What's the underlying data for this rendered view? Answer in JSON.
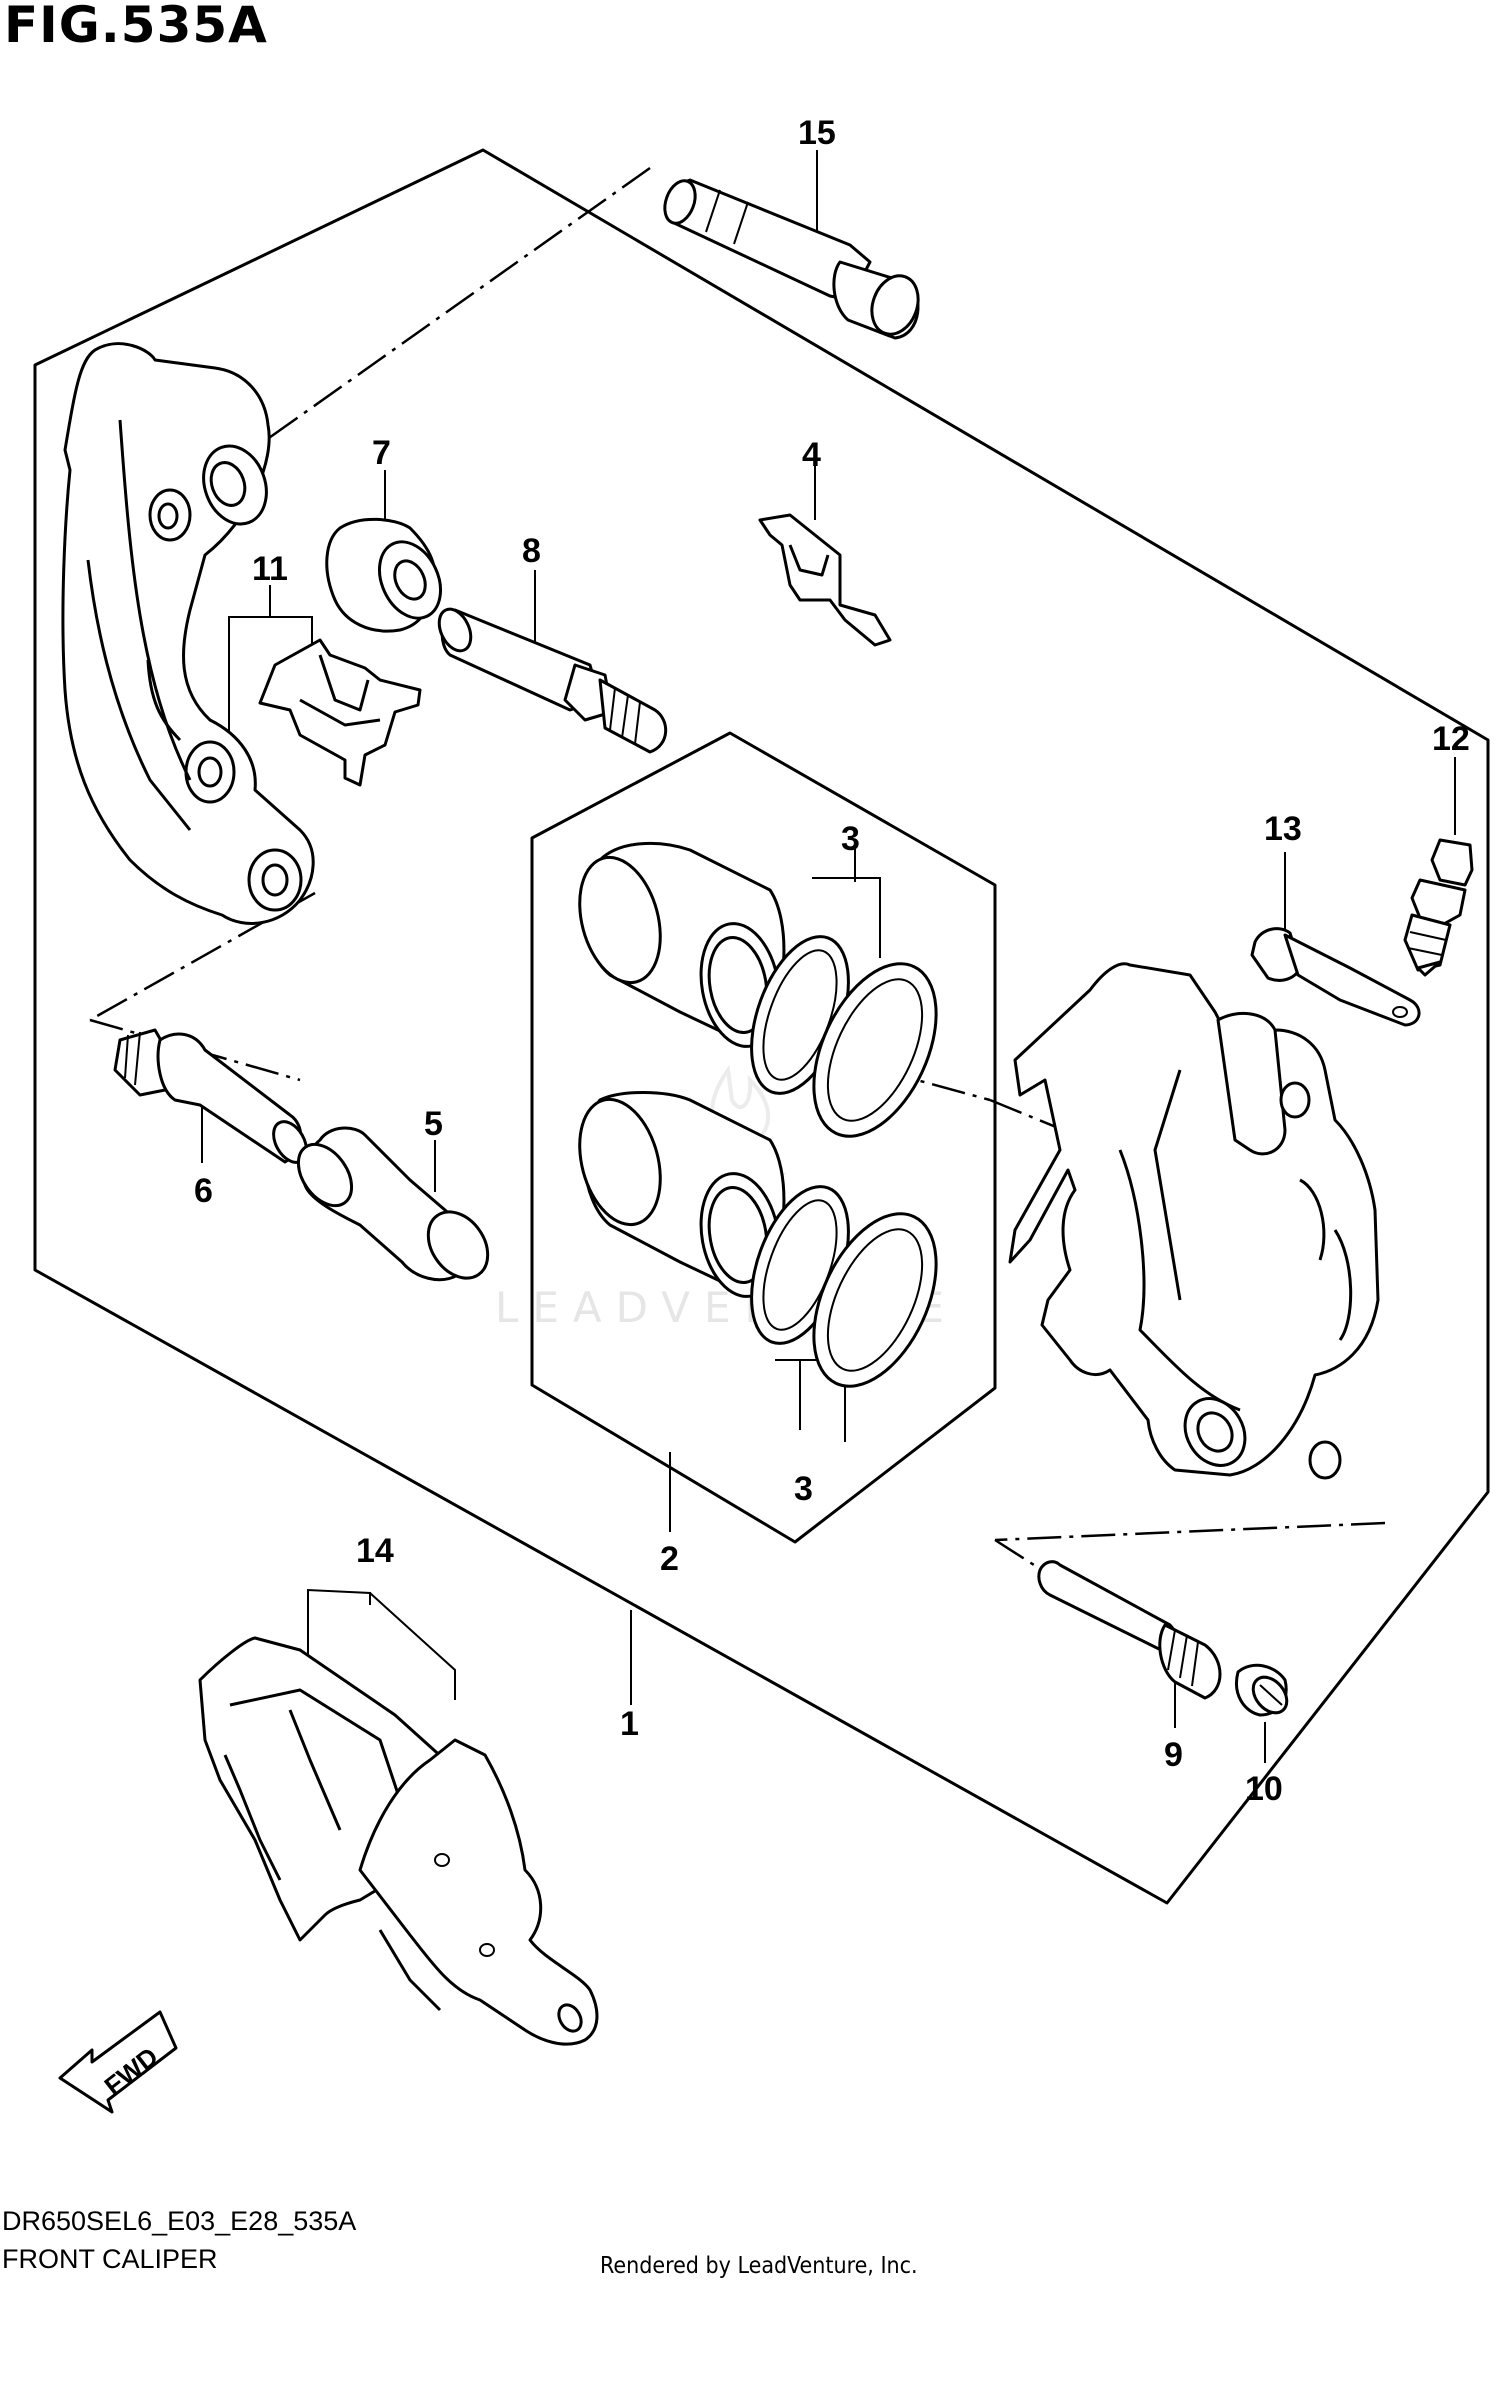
{
  "figure": {
    "title": "FIG.535A"
  },
  "callouts": {
    "c1": "1",
    "c2": "2",
    "c3a": "3",
    "c3b": "3",
    "c4": "4",
    "c5": "5",
    "c6": "6",
    "c7": "7",
    "c8": "8",
    "c9": "9",
    "c10": "10",
    "c11": "11",
    "c12": "12",
    "c13": "13",
    "c14": "14",
    "c15": "15"
  },
  "arrow": {
    "label": "FWD"
  },
  "watermark": {
    "text": "LEADVENTURE"
  },
  "footer": {
    "code": "DR650SEL6_E03_E28_535A",
    "name": "FRONT CALIPER",
    "credit": "Rendered by LeadVenture, Inc."
  }
}
